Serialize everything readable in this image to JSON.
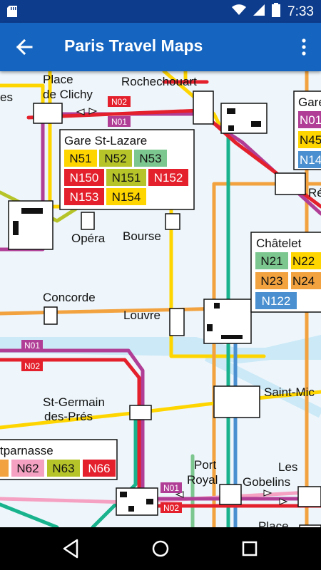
{
  "app_bar": {
    "title": "Paris Travel Maps",
    "back_icon": "arrow-left-icon",
    "menu_icon": "more-vert-icon"
  },
  "status_bar": {
    "time": "7:33",
    "icons": [
      "sd-card-icon",
      "wifi-icon",
      "signal-icon",
      "battery-icon"
    ]
  },
  "stations": {
    "place_de_clichy_line1": "Place",
    "place_de_clichy_line2": "de Clichy",
    "rochechouart": "Rochechouart",
    "gare_st_lazare": "Gare St-Lazare",
    "gare_right": "Gare",
    "opera": "Opéra",
    "bourse": "Bourse",
    "chatelet": "Châtelet",
    "concorde": "Concorde",
    "louvre": "Louvre",
    "saint_michel": "Saint-Mic",
    "saint_germain_line1": "St-Germain",
    "saint_germain_line2": "des-Prés",
    "montparnasse": "tparnasse",
    "port_royal_line1": "Port",
    "port_royal_line2": "Royal",
    "les_gobelins_line1": "Les",
    "les_gobelins_line2": "Gobelins",
    "place_bottom": "Place",
    "re_fragment": "Ré",
    "es_fragment": "es"
  },
  "line_tags": {
    "n02_top": "N02",
    "n01_top": "N01",
    "n01_mid": "N01",
    "n02_mid": "N02",
    "n01_bottom": "N01",
    "n02_bottom": "N02"
  },
  "routes": {
    "st_lazare": [
      "N51",
      "N52",
      "N53",
      "N150",
      "N151",
      "N152",
      "N153",
      "N154"
    ],
    "chatelet": [
      "N21",
      "N22",
      "N23",
      "N24",
      "N122"
    ],
    "gare_right": [
      "N01",
      "N45",
      "N14"
    ],
    "montparnasse": [
      "N62",
      "N63",
      "N66"
    ]
  },
  "colors": {
    "status_bar": "#0d3c8c",
    "app_bar": "#1565c0",
    "map_bg": "#eef6fb",
    "red": "#e3202b",
    "yellow": "#ffd500",
    "green": "#7cc68f",
    "olive": "#b6c42a",
    "orange": "#f2a23f",
    "blue": "#4a90d0",
    "magenta": "#b13e96",
    "pink": "#f4a1c2",
    "teal": "#19b38d",
    "cyan": "#8dd4ef"
  }
}
